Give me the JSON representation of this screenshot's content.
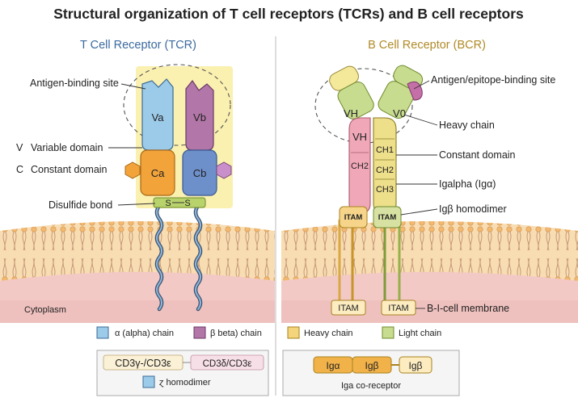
{
  "title": "Structural organization of T cell receptors (TCRs) and B cell receptors",
  "tcr": {
    "heading": "T Cell Receptor (TCR)",
    "labels": {
      "antigen_binding": "Antigen-binding site",
      "v_letter": "V",
      "variable": "Variable domain",
      "c_letter": "C",
      "constant": "Constant domain",
      "disulfide": "Disulfide bond",
      "cytoplasm": "Cytoplasm"
    },
    "domains": {
      "va": "Va",
      "vb": "Vb",
      "ca": "Ca",
      "cb": "Cb",
      "s": "S"
    },
    "legend": {
      "alpha": "α (alpha) chain",
      "beta": "β beta) chain"
    },
    "box": {
      "cd3a": "CD3γ-/CD3ε",
      "cd3b": "CD3δ/CD3ε",
      "zeta": "ɀ homodimer"
    }
  },
  "bcr": {
    "heading": "B Cell Receptor (BCR)",
    "labels": {
      "epitope": "Antigen/epitope-binding site",
      "heavy": "Heavy chain",
      "constant": "Constant domain",
      "igalpha": "Igalpha (Igα)",
      "igbeta": "Igβ homodimer",
      "membrane": "B-I-cell membrane"
    },
    "domains": {
      "vh": "VH",
      "vl": "V0",
      "vh2": "VH",
      "ch2": "CH2",
      "ch1": "CH1",
      "ch2b": "CH2",
      "ch3": "CH3",
      "itam": "ITAM"
    },
    "legend": {
      "heavy": "Heavy chain",
      "light": "Light chain"
    },
    "box": {
      "iga": "Igα",
      "igb1": "Igβ",
      "igb2": "Igβ",
      "coreceptor": "Iga co-receptor"
    }
  },
  "colors": {
    "alpha": "#9ccbea",
    "beta": "#b277a8",
    "const_orange": "#f2a33a",
    "const_blue": "#6d8fca",
    "hex": "#c88fca",
    "heavy": "#f4d57c",
    "light": "#c8dc90",
    "vh_pink": "#f0a8b8",
    "membrane": "#f6d6a6",
    "cyto": "#f1c2c0"
  }
}
